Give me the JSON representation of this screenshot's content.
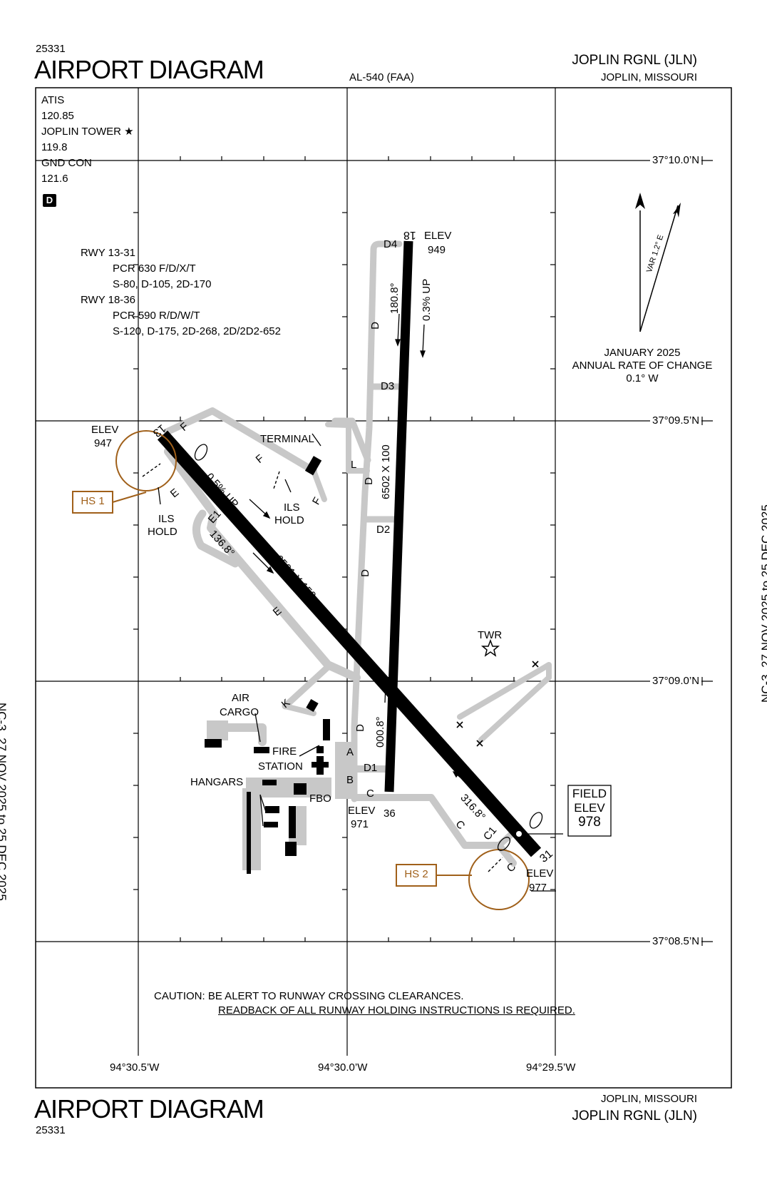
{
  "header": {
    "procedure_number": "25331",
    "title": "AIRPORT DIAGRAM",
    "chart_id": "AL-540 (FAA)",
    "airport_name": "JOPLIN RGNL (JLN)",
    "location": "JOPLIN, MISSOURI"
  },
  "footer": {
    "procedure_number": "25331",
    "title": "AIRPORT DIAGRAM",
    "airport_name": "JOPLIN RGNL (JLN)",
    "location": "JOPLIN, MISSOURI"
  },
  "effective_dates": {
    "left": "NC-3,  27 NOV 2025  to  25 DEC 2025",
    "right": "NC-3,  27 NOV 2025  to  25 DEC 2025"
  },
  "comms": {
    "atis_label": "ATIS",
    "atis_freq": "120.85",
    "tower_label": "JOPLIN TOWER",
    "tower_freq": "119.8",
    "gnd_label": "GND CON",
    "gnd_freq": "121.6",
    "airspace_class": "D"
  },
  "runway_info": {
    "rwy1": "RWY 13-31",
    "rwy1_pcr": "PCR 630 F/D/X/T",
    "rwy1_weights": "S-80, D-105, 2D-170",
    "rwy2": "RWY 18-36",
    "rwy2_pcr": "PCR 590 R/D/W/T",
    "rwy2_weights": "S-120, D-175, 2D-268, 2D/2D2-652"
  },
  "magnetic": {
    "variation": "VAR 1.2° E",
    "date": "JANUARY 2025",
    "rate_label": "ANNUAL RATE OF CHANGE",
    "rate": "0.1° W"
  },
  "coordinates": {
    "lat1": "37°10.0’N",
    "lat2": "37°09.5’N",
    "lat3": "37°09.0’N",
    "lat4": "37°08.5’N",
    "lon1": "94°30.5’W",
    "lon2": "94°30.0’W",
    "lon3": "94°29.5’W"
  },
  "runways": {
    "rwy_18_36": {
      "end_north": "18",
      "end_south": "36",
      "dims": "6502 X 100",
      "heading_n": "180.8°",
      "heading_s": "000.8°",
      "slope": "0.3% UP",
      "elev_north_label": "ELEV",
      "elev_north": "949",
      "elev_south_label": "ELEV",
      "elev_south": "971"
    },
    "rwy_13_31": {
      "end_nw": "13",
      "end_se": "31",
      "dims": "6501 X 150",
      "heading_nw": "136.8°",
      "heading_se": "316.8°",
      "slope": "0.5% UP",
      "elev_nw_label": "ELEV",
      "elev_nw": "947",
      "elev_se_label": "ELEV",
      "elev_se": "977"
    }
  },
  "labels": {
    "terminal": "TERMINAL",
    "tower": "TWR",
    "air_cargo_1": "AIR",
    "air_cargo_2": "CARGO",
    "fire_1": "FIRE",
    "fire_2": "STATION",
    "hangars": "HANGARS",
    "fbo": "FBO",
    "ils_hold_1a": "ILS",
    "ils_hold_1b": "HOLD",
    "ils_hold_2a": "ILS",
    "ils_hold_2b": "HOLD",
    "field_elev_1": "FIELD",
    "field_elev_2": "ELEV",
    "field_elev_value": "978",
    "hs1": "HS 1",
    "hs2": "HS 2"
  },
  "taxiways": {
    "d4": "D4",
    "d3": "D3",
    "d2": "D2",
    "d1": "D1",
    "d_a": "D",
    "d_b": "D",
    "d_c": "D",
    "d_d": "D",
    "l": "L",
    "k": "K",
    "a": "A",
    "b": "B",
    "c_a": "C",
    "c_b": "C",
    "c_c": "C",
    "c1": "C1",
    "e_a": "E",
    "e_b": "E",
    "e1": "E1",
    "f_a": "F",
    "f_b": "F",
    "f_c": "F"
  },
  "caution": {
    "line1": "CAUTION: BE ALERT TO RUNWAY CROSSING CLEARANCES.",
    "line2": "READBACK OF ALL RUNWAY HOLDING INSTRUCTIONS IS REQUIRED."
  },
  "colors": {
    "runway": "#000000",
    "taxiway": "#c8c8c8",
    "hotspot": "#a0601a",
    "frame": "#000000"
  }
}
